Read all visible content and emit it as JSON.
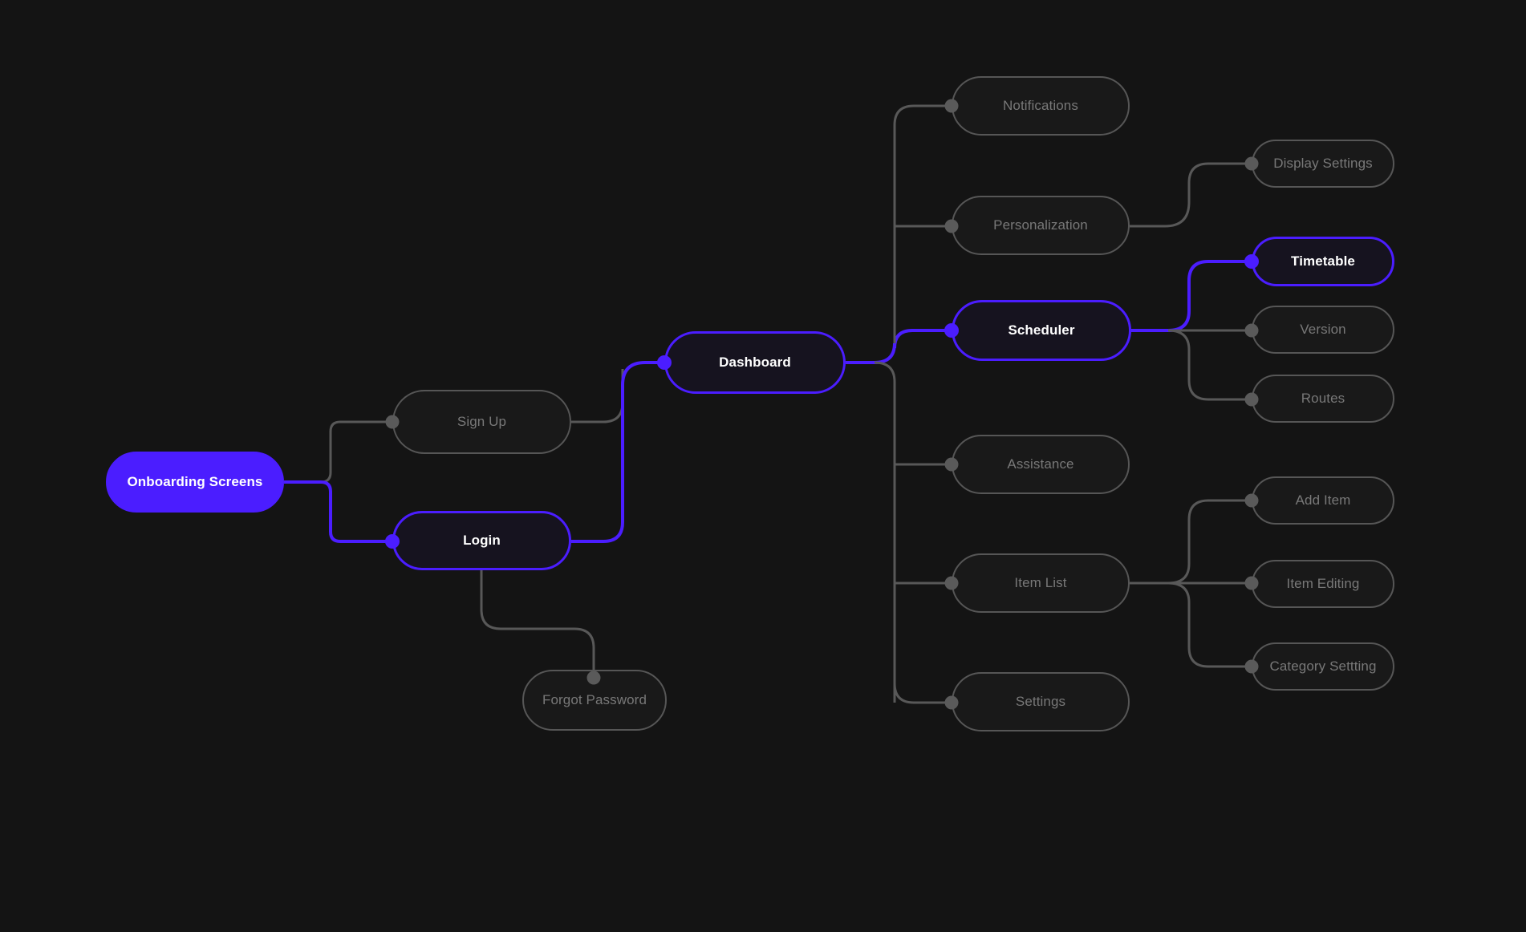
{
  "app": {
    "type": "mindmap-flowchart",
    "background_color": "#141414",
    "accent_color": "#4B1DFF",
    "inactive_border_color": "#565656",
    "inactive_text_color": "#787878",
    "active_text_color": "#ffffff",
    "node_fill_color": "#191919",
    "port_color": "#5a5a5a"
  },
  "nodes": {
    "root": {
      "label": "Onboarding Screens",
      "state": "filled"
    },
    "signup": {
      "label": "Sign Up",
      "state": "inactive"
    },
    "login": {
      "label": "Login",
      "state": "active"
    },
    "forgot_password": {
      "label": "Forgot Password",
      "state": "inactive"
    },
    "dashboard": {
      "label": "Dashboard",
      "state": "active"
    },
    "notifications": {
      "label": "Notifications",
      "state": "inactive"
    },
    "personalization": {
      "label": "Personalization",
      "state": "inactive"
    },
    "scheduler": {
      "label": "Scheduler",
      "state": "active"
    },
    "assistance": {
      "label": "Assistance",
      "state": "inactive"
    },
    "item_list": {
      "label": "Item List",
      "state": "inactive"
    },
    "settings": {
      "label": "Settings",
      "state": "inactive"
    },
    "display_settings": {
      "label": "Display Settings",
      "state": "inactive"
    },
    "timetable": {
      "label": "Timetable",
      "state": "active"
    },
    "version": {
      "label": "Version",
      "state": "inactive"
    },
    "routes": {
      "label": "Routes",
      "state": "inactive"
    },
    "add_item": {
      "label": "Add Item",
      "state": "inactive"
    },
    "item_editing": {
      "label": "Item Editing",
      "state": "inactive"
    },
    "category_setting": {
      "label": "Category Settting",
      "state": "inactive"
    }
  },
  "connections": [
    {
      "from": "root",
      "to": "signup",
      "state": "inactive"
    },
    {
      "from": "root",
      "to": "login",
      "state": "active"
    },
    {
      "from": "login",
      "to": "forgot_password",
      "state": "inactive"
    },
    {
      "from": "signup",
      "to": "dashboard",
      "state": "inactive"
    },
    {
      "from": "login",
      "to": "dashboard",
      "state": "active"
    },
    {
      "from": "dashboard",
      "to": "notifications",
      "state": "inactive"
    },
    {
      "from": "dashboard",
      "to": "personalization",
      "state": "inactive"
    },
    {
      "from": "dashboard",
      "to": "scheduler",
      "state": "active"
    },
    {
      "from": "dashboard",
      "to": "assistance",
      "state": "inactive"
    },
    {
      "from": "dashboard",
      "to": "item_list",
      "state": "inactive"
    },
    {
      "from": "dashboard",
      "to": "settings",
      "state": "inactive"
    },
    {
      "from": "personalization",
      "to": "display_settings",
      "state": "inactive"
    },
    {
      "from": "scheduler",
      "to": "timetable",
      "state": "active"
    },
    {
      "from": "scheduler",
      "to": "version",
      "state": "inactive"
    },
    {
      "from": "scheduler",
      "to": "routes",
      "state": "inactive"
    },
    {
      "from": "item_list",
      "to": "add_item",
      "state": "inactive"
    },
    {
      "from": "item_list",
      "to": "item_editing",
      "state": "inactive"
    },
    {
      "from": "item_list",
      "to": "category_setting",
      "state": "inactive"
    }
  ]
}
